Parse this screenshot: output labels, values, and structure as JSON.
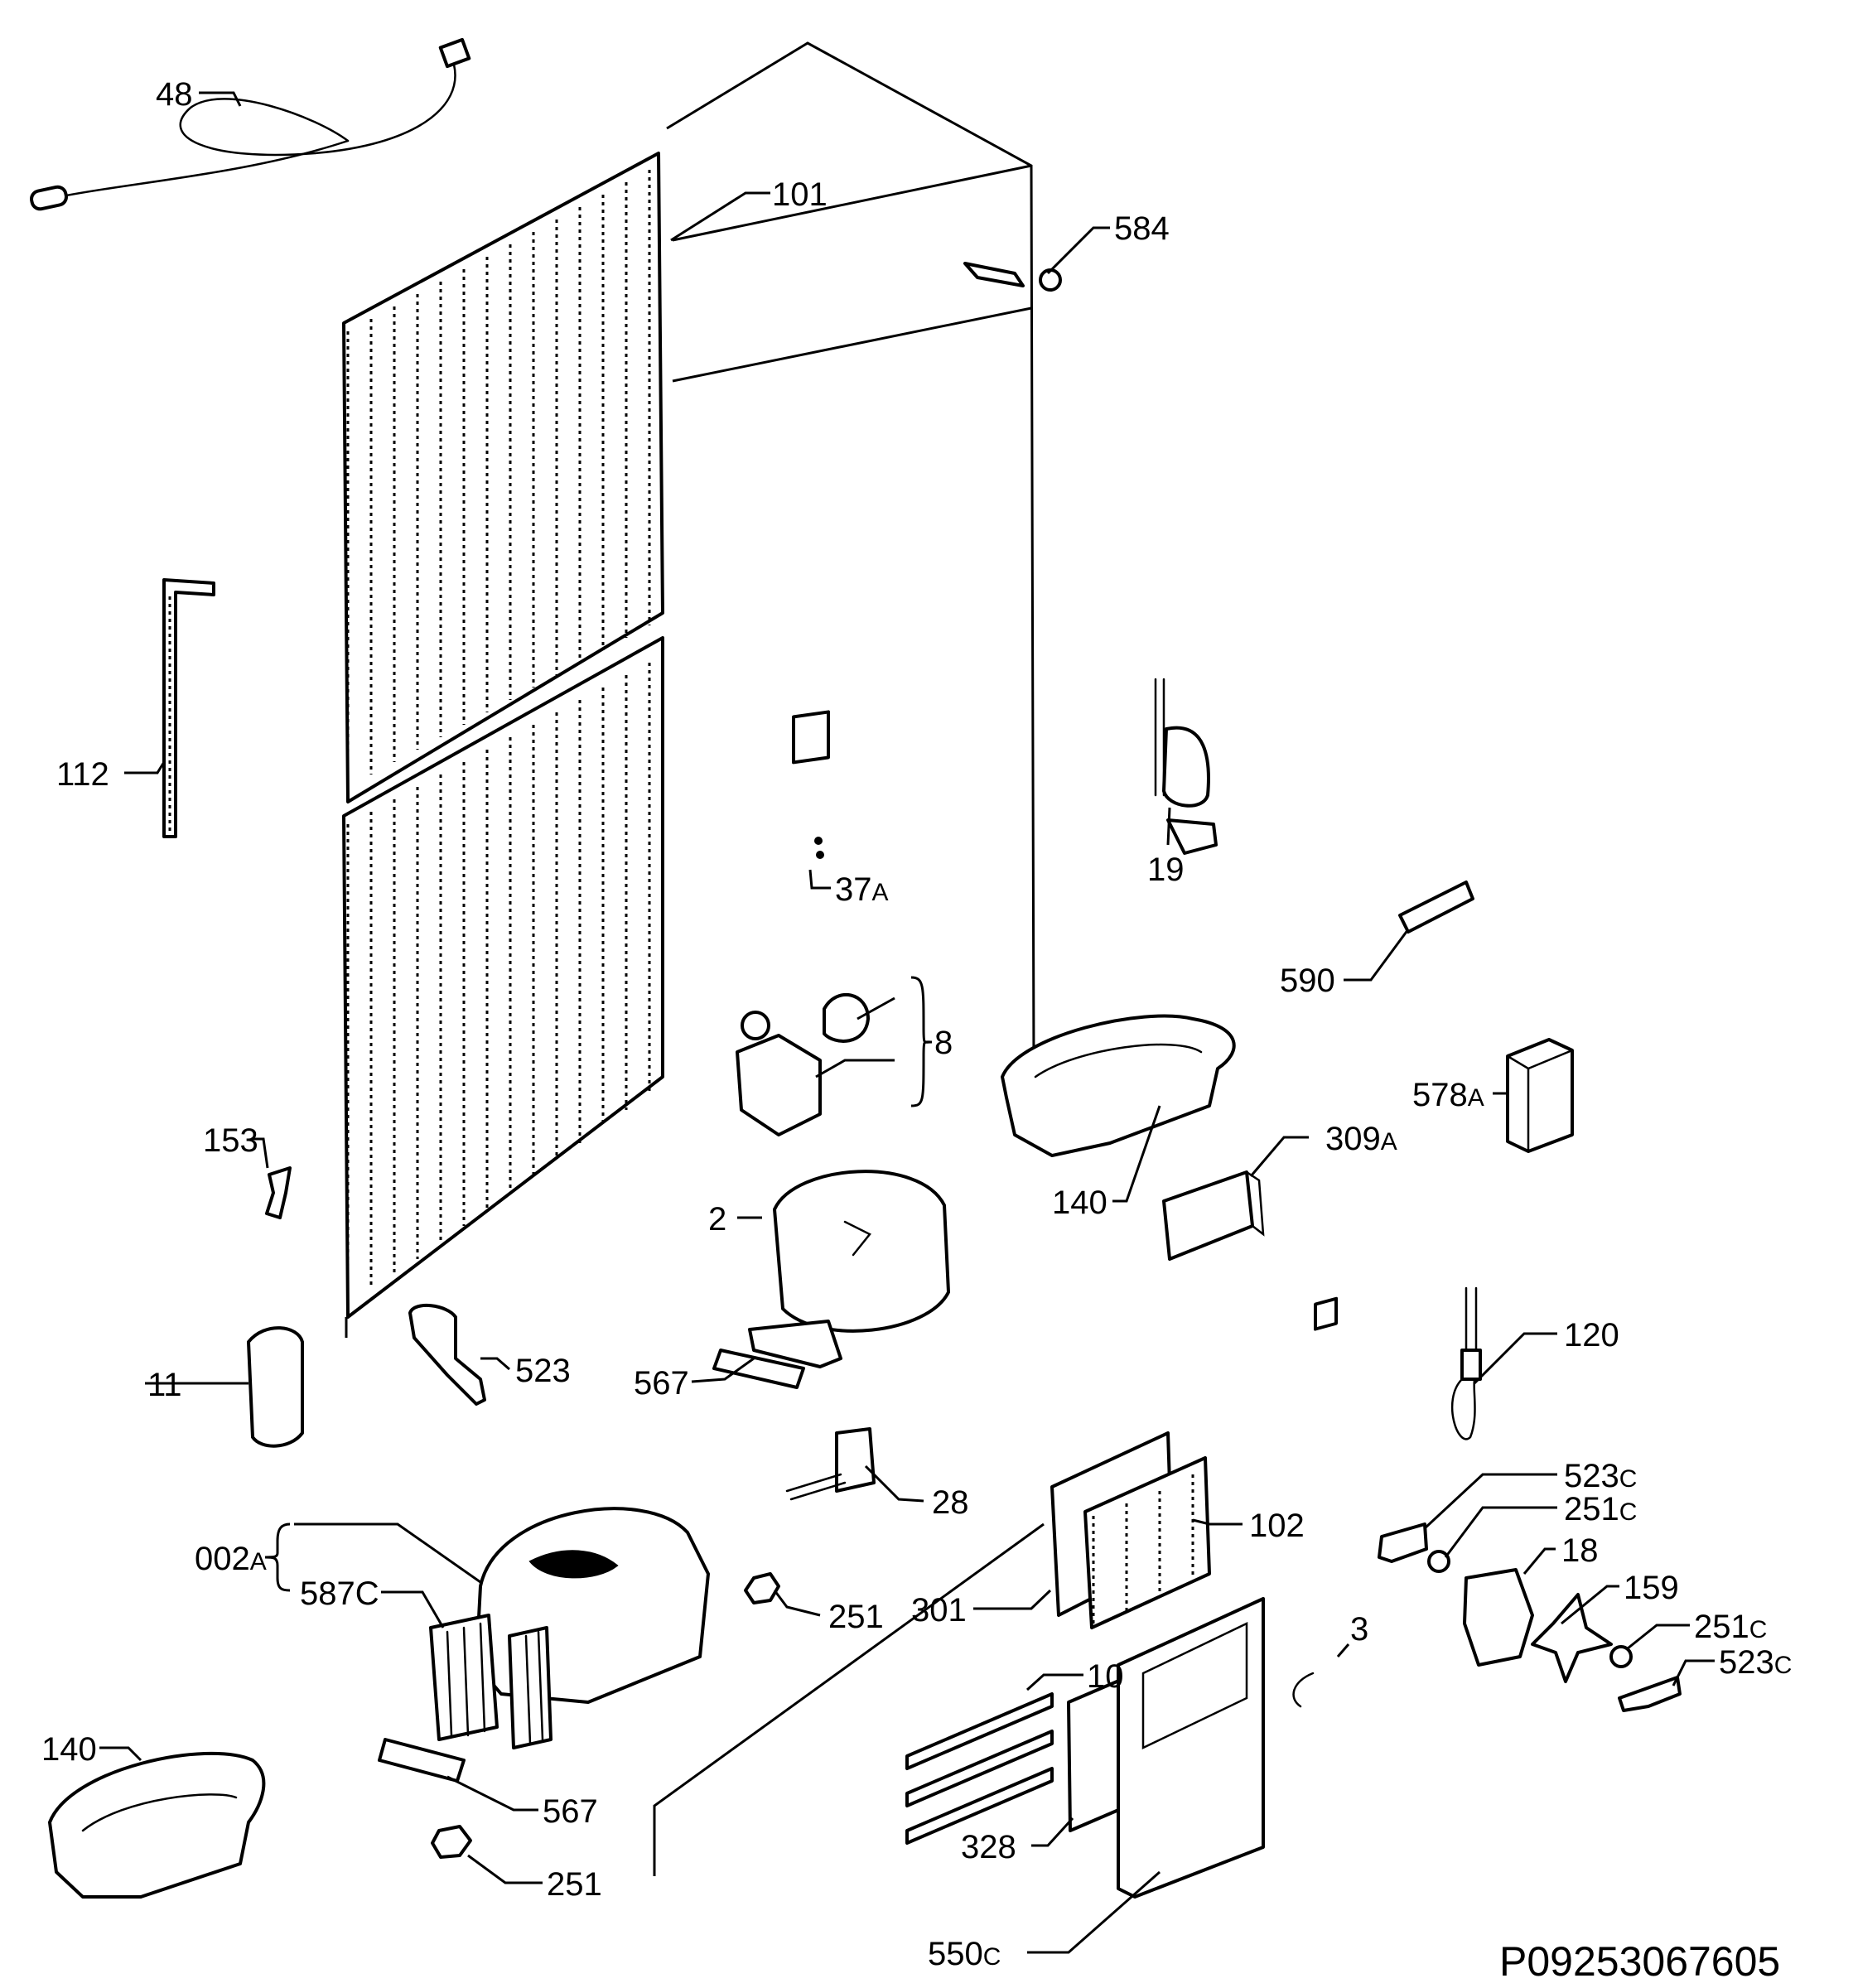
{
  "document_id": "P09253067605",
  "callouts": [
    {
      "id": "48",
      "num": "48",
      "suffix": ""
    },
    {
      "id": "101",
      "num": "101",
      "suffix": ""
    },
    {
      "id": "584",
      "num": "584",
      "suffix": ""
    },
    {
      "id": "112",
      "num": "112",
      "suffix": ""
    },
    {
      "id": "37a",
      "num": "37",
      "suffix": "A"
    },
    {
      "id": "19",
      "num": "19",
      "suffix": ""
    },
    {
      "id": "590",
      "num": "590",
      "suffix": ""
    },
    {
      "id": "8",
      "num": "8",
      "suffix": ""
    },
    {
      "id": "578a",
      "num": "578",
      "suffix": "A"
    },
    {
      "id": "153",
      "num": "153",
      "suffix": ""
    },
    {
      "id": "309a",
      "num": "309",
      "suffix": "A"
    },
    {
      "id": "140-top",
      "num": "140",
      "suffix": ""
    },
    {
      "id": "2",
      "num": "2",
      "suffix": ""
    },
    {
      "id": "120",
      "num": "120",
      "suffix": ""
    },
    {
      "id": "11",
      "num": "11",
      "suffix": ""
    },
    {
      "id": "523",
      "num": "523",
      "suffix": ""
    },
    {
      "id": "567-top",
      "num": "567",
      "suffix": ""
    },
    {
      "id": "28",
      "num": "28",
      "suffix": ""
    },
    {
      "id": "523c-top",
      "num": "523",
      "suffix": "C"
    },
    {
      "id": "251c-top",
      "num": "251",
      "suffix": "C"
    },
    {
      "id": "002a",
      "num": "002",
      "suffix": "A"
    },
    {
      "id": "102",
      "num": "102",
      "suffix": ""
    },
    {
      "id": "18",
      "num": "18",
      "suffix": ""
    },
    {
      "id": "159",
      "num": "159",
      "suffix": ""
    },
    {
      "id": "587c",
      "num": "587C",
      "suffix": ""
    },
    {
      "id": "251-mid",
      "num": "251",
      "suffix": ""
    },
    {
      "id": "301",
      "num": "301",
      "suffix": ""
    },
    {
      "id": "3",
      "num": "3",
      "suffix": ""
    },
    {
      "id": "251c-bot",
      "num": "251",
      "suffix": "C"
    },
    {
      "id": "523c-bot",
      "num": "523",
      "suffix": "C"
    },
    {
      "id": "10",
      "num": "10",
      "suffix": ""
    },
    {
      "id": "140-bot",
      "num": "140",
      "suffix": ""
    },
    {
      "id": "567-bot",
      "num": "567",
      "suffix": ""
    },
    {
      "id": "328",
      "num": "328",
      "suffix": ""
    },
    {
      "id": "251-bot",
      "num": "251",
      "suffix": ""
    },
    {
      "id": "550c",
      "num": "550",
      "suffix": "C"
    }
  ]
}
